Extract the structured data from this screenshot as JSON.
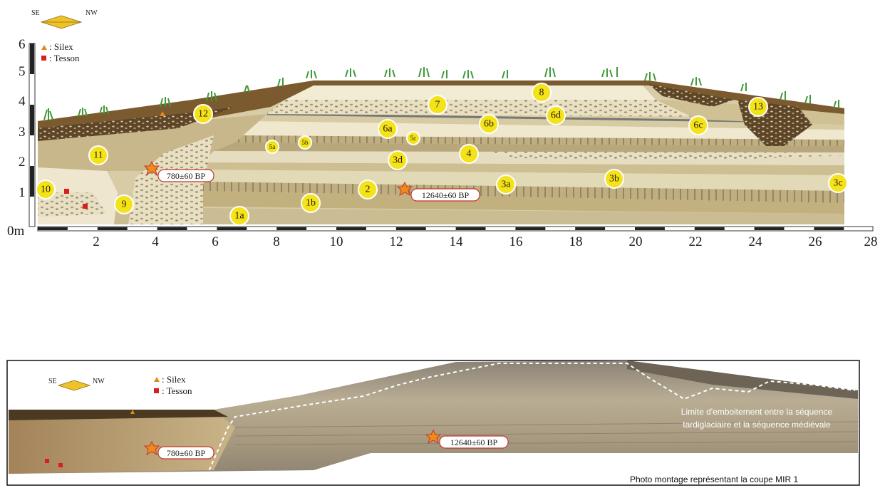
{
  "section_drawing": {
    "orientation": {
      "left": "SE",
      "right": "NW"
    },
    "legend": [
      {
        "symbol": "triangle",
        "label": ": Silex",
        "color": "#e08a1e"
      },
      {
        "symbol": "square",
        "label": ": Tesson",
        "color": "#d81e1e"
      }
    ],
    "y_axis": {
      "unit_label": "0m",
      "ticks": [
        "1",
        "2",
        "3",
        "4",
        "5",
        "6"
      ]
    },
    "x_axis": {
      "ticks": [
        "2",
        "4",
        "6",
        "8",
        "10",
        "12",
        "14",
        "16",
        "18",
        "20",
        "22",
        "24",
        "26",
        "28"
      ]
    },
    "layer_labels": [
      "1a",
      "1b",
      "2",
      "3a",
      "3b",
      "3c",
      "3d",
      "4",
      "5a",
      "5b",
      "5c",
      "6a",
      "6b",
      "6c",
      "6d",
      "7",
      "8",
      "9",
      "10",
      "11",
      "12",
      "13"
    ],
    "dates": [
      {
        "text": "780±60 BP"
      },
      {
        "text": "12640±60 BP"
      }
    ]
  },
  "photo_montage": {
    "orientation": {
      "left": "SE",
      "right": "NW"
    },
    "legend": [
      {
        "symbol": "triangle",
        "label": ": Silex",
        "color": "#e08a1e"
      },
      {
        "symbol": "square",
        "label": ": Tesson",
        "color": "#d81e1e"
      }
    ],
    "dates": [
      {
        "text": "780±60 BP"
      },
      {
        "text": "12640±60 BP"
      }
    ],
    "note_line1": "Limite d'emboitement entre la séquence",
    "note_line2": "tardiglaciaire et la séquence médiévale",
    "caption": "Photo montage représentant la coupe MIR 1"
  },
  "colors": {
    "label_fill": "#f4e21a",
    "star": "#f08a1a",
    "date_border": "#c0392b",
    "topsoil": "#7a5a2e"
  }
}
